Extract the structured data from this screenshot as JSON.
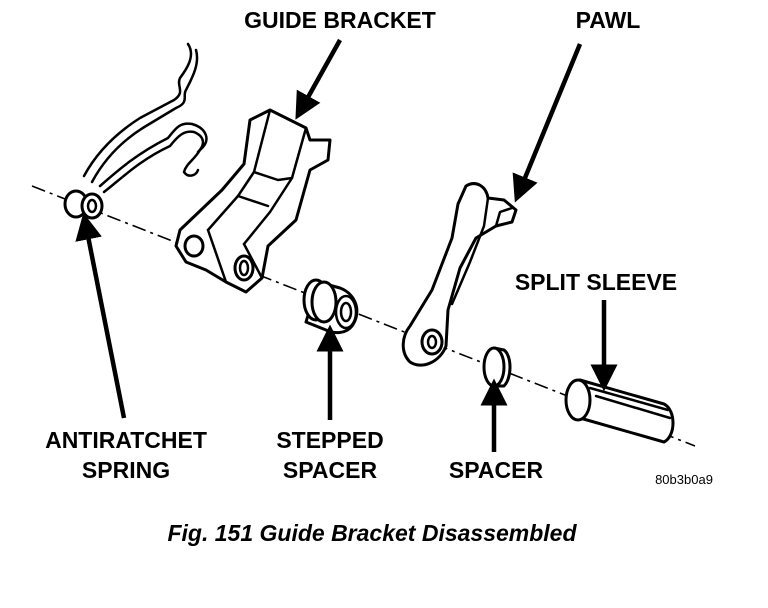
{
  "labels": {
    "guide_bracket": "GUIDE BRACKET",
    "pawl": "PAWL",
    "split_sleeve": "SPLIT SLEEVE",
    "antiratchet_line1": "ANTIRATCHET",
    "antiratchet_line2": "SPRING",
    "stepped_line1": "STEPPED",
    "stepped_line2": "SPACER",
    "spacer": "SPACER"
  },
  "figure_code": "80b3b0a9",
  "caption": "Fig. 151 Guide Bracket Disassembled"
}
